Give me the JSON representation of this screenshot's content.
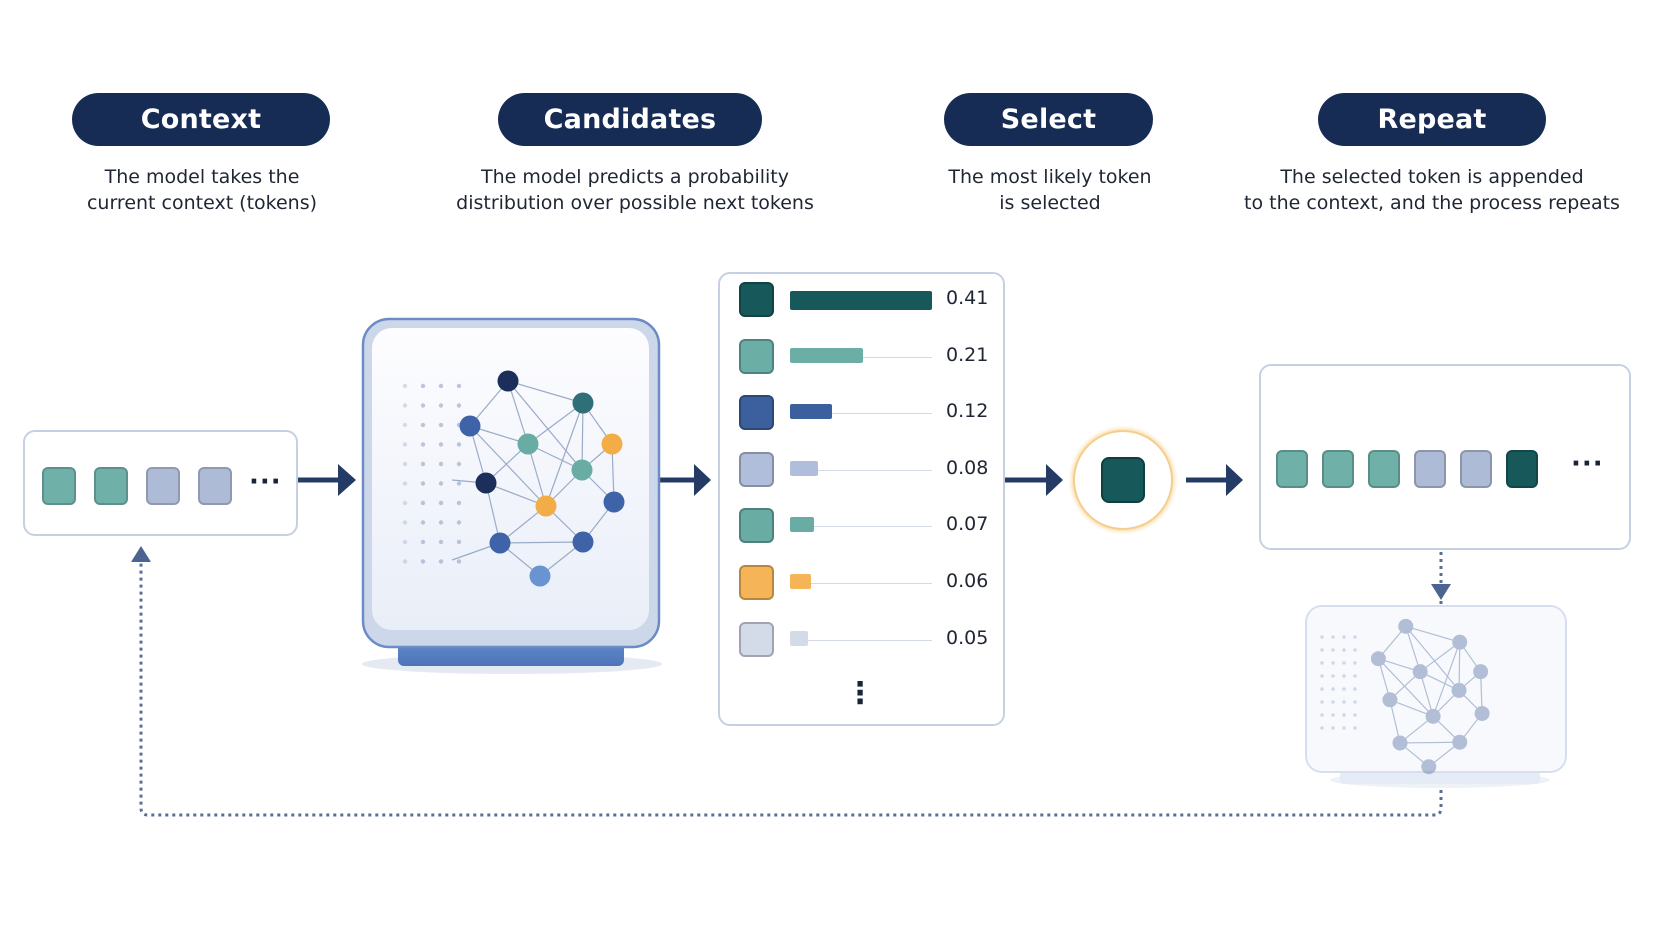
{
  "steps": [
    {
      "title": "Context",
      "desc": [
        "The model takes the",
        "current context (tokens)"
      ]
    },
    {
      "title": "Candidates",
      "desc": [
        "The model predicts a probability",
        "distribution over possible next tokens"
      ]
    },
    {
      "title": "Select",
      "desc": [
        "The most likely token",
        "is selected"
      ]
    },
    {
      "title": "Repeat",
      "desc": [
        "The selected token is appended",
        "to the context, and the process repeats"
      ]
    }
  ],
  "context_tokens": {
    "colors": [
      "#6fb1a8",
      "#6fb1a8",
      "#aebbd6",
      "#aebbd6"
    ],
    "more": "···"
  },
  "candidates": [
    {
      "color": "#17595a",
      "prob": "0.41",
      "value": 0.41
    },
    {
      "color": "#6aaea6",
      "prob": "0.21",
      "value": 0.21
    },
    {
      "color": "#3c5f9e",
      "prob": "0.12",
      "value": 0.12
    },
    {
      "color": "#b1bedb",
      "prob": "0.08",
      "value": 0.08
    },
    {
      "color": "#68aca4",
      "prob": "0.07",
      "value": 0.07
    },
    {
      "color": "#f4b457",
      "prob": "0.06",
      "value": 0.06
    },
    {
      "color": "#d4dbe8",
      "prob": "0.05",
      "value": 0.05
    }
  ],
  "candidates_more": "⋮",
  "selected_color": "#17595a",
  "repeat_tokens": {
    "colors": [
      "#6fb1a8",
      "#6fb1a8",
      "#6fb1a8",
      "#aebbd6",
      "#aebbd6",
      "#17595a"
    ],
    "more": "···"
  },
  "colors": {
    "navy": "#172c54",
    "arrow": "#243b66",
    "teal_dark": "#17595a",
    "orange": "#f4b457",
    "card_border": "#c6d0e3"
  },
  "icons": [
    "neural-network-icon",
    "arrow-right-icon",
    "loop-arrow-icon"
  ]
}
